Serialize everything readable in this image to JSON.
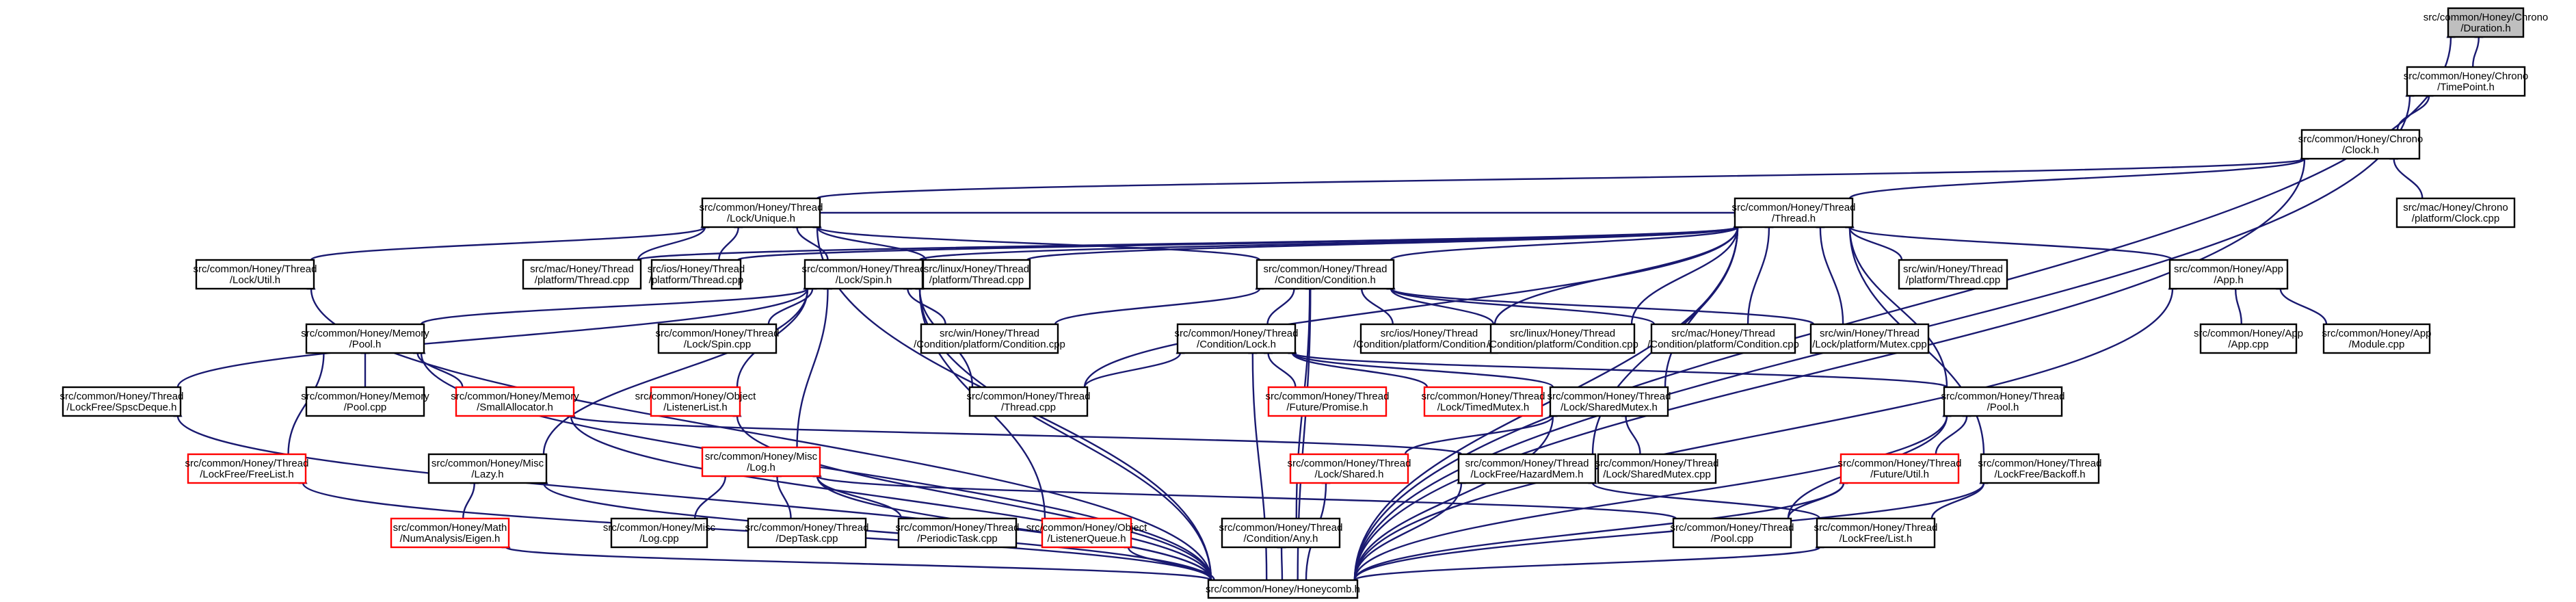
{
  "colors": {
    "edge": "#191970",
    "node_border": "#000000",
    "node_border_incomplete": "#ff0000",
    "node_fill": "#ffffff",
    "focus_fill": "#bfbfbf",
    "text": "#000000"
  },
  "nodes": [
    {
      "id": "dur",
      "lines": [
        "src/common/Honey/Chrono",
        "/Duration.h"
      ],
      "focus": true
    },
    {
      "id": "tp",
      "lines": [
        "src/common/Honey/Chrono",
        "/TimePoint.h"
      ]
    },
    {
      "id": "clock",
      "lines": [
        "src/common/Honey/Chrono",
        "/Clock.h"
      ]
    },
    {
      "id": "unique",
      "lines": [
        "src/common/Honey/Thread",
        "/Lock/Unique.h"
      ]
    },
    {
      "id": "threadh",
      "lines": [
        "src/common/Honey/Thread",
        "/Thread.h"
      ]
    },
    {
      "id": "macclock",
      "lines": [
        "src/mac/Honey/Chrono",
        "/platform/Clock.cpp"
      ]
    },
    {
      "id": "lockutil",
      "lines": [
        "src/common/Honey/Thread",
        "/Lock/Util.h"
      ]
    },
    {
      "id": "macthread",
      "lines": [
        "src/mac/Honey/Thread",
        "/platform/Thread.cpp"
      ]
    },
    {
      "id": "iosthread",
      "lines": [
        "src/ios/Honey/Thread",
        "/platform/Thread.cpp"
      ]
    },
    {
      "id": "spin",
      "lines": [
        "src/common/Honey/Thread",
        "/Lock/Spin.h"
      ]
    },
    {
      "id": "linuxthread",
      "lines": [
        "src/linux/Honey/Thread",
        "/platform/Thread.cpp"
      ]
    },
    {
      "id": "condh",
      "lines": [
        "src/common/Honey/Thread",
        "/Condition/Condition.h"
      ]
    },
    {
      "id": "winthread",
      "lines": [
        "src/win/Honey/Thread",
        "/platform/Thread.cpp"
      ]
    },
    {
      "id": "apph",
      "lines": [
        "src/common/Honey/App",
        "/App.h"
      ]
    },
    {
      "id": "mempool",
      "lines": [
        "src/common/Honey/Memory",
        "/Pool.h"
      ]
    },
    {
      "id": "spincpp",
      "lines": [
        "src/common/Honey/Thread",
        "/Lock/Spin.cpp"
      ]
    },
    {
      "id": "wincond",
      "lines": [
        "src/win/Honey/Thread",
        "/Condition/platform/Condition.cpp"
      ]
    },
    {
      "id": "condlock",
      "lines": [
        "src/common/Honey/Thread",
        "/Condition/Lock.h"
      ]
    },
    {
      "id": "ioscond",
      "lines": [
        "src/ios/Honey/Thread",
        "/Condition/platform/Condition.cpp"
      ]
    },
    {
      "id": "linuxcond",
      "lines": [
        "src/linux/Honey/Thread",
        "/Condition/platform/Condition.cpp"
      ]
    },
    {
      "id": "maccond",
      "lines": [
        "src/mac/Honey/Thread",
        "/Condition/platform/Condition.cpp"
      ]
    },
    {
      "id": "winmutex",
      "lines": [
        "src/win/Honey/Thread",
        "/Lock/platform/Mutex.cpp"
      ]
    },
    {
      "id": "appcpp",
      "lines": [
        "src/common/Honey/App",
        "/App.cpp"
      ]
    },
    {
      "id": "modulecpp",
      "lines": [
        "src/common/Honey/App",
        "/Module.cpp"
      ]
    },
    {
      "id": "spsc",
      "lines": [
        "src/common/Honey/Thread",
        "/LockFree/SpscDeque.h"
      ]
    },
    {
      "id": "mempoolcpp",
      "lines": [
        "src/common/Honey/Memory",
        "/Pool.cpp"
      ]
    },
    {
      "id": "smallalloc",
      "lines": [
        "src/common/Honey/Memory",
        "/SmallAllocator.h"
      ],
      "incomplete": true
    },
    {
      "id": "listenerlist",
      "lines": [
        "src/common/Honey/Object",
        "/ListenerList.h"
      ],
      "incomplete": true
    },
    {
      "id": "threadcpp",
      "lines": [
        "src/common/Honey/Thread",
        "/Thread.cpp"
      ]
    },
    {
      "id": "futpromise",
      "lines": [
        "src/common/Honey/Thread",
        "/Future/Promise.h"
      ],
      "incomplete": true
    },
    {
      "id": "timedmutex",
      "lines": [
        "src/common/Honey/Thread",
        "/Lock/TimedMutex.h"
      ],
      "incomplete": true
    },
    {
      "id": "sharedmutex",
      "lines": [
        "src/common/Honey/Thread",
        "/Lock/SharedMutex.h"
      ]
    },
    {
      "id": "threadpool",
      "lines": [
        "src/common/Honey/Thread",
        "/Pool.h"
      ]
    },
    {
      "id": "freelist",
      "lines": [
        "src/common/Honey/Thread",
        "/LockFree/FreeList.h"
      ],
      "incomplete": true
    },
    {
      "id": "lazy",
      "lines": [
        "src/common/Honey/Misc",
        "/Lazy.h"
      ]
    },
    {
      "id": "logh",
      "lines": [
        "src/common/Honey/Misc",
        "/Log.h"
      ],
      "incomplete": true
    },
    {
      "id": "lockshared",
      "lines": [
        "src/common/Honey/Thread",
        "/Lock/Shared.h"
      ],
      "incomplete": true
    },
    {
      "id": "hazard",
      "lines": [
        "src/common/Honey/Thread",
        "/LockFree/HazardMem.h"
      ]
    },
    {
      "id": "sharedmutexcpp",
      "lines": [
        "src/common/Honey/Thread",
        "/Lock/SharedMutex.cpp"
      ]
    },
    {
      "id": "fututil",
      "lines": [
        "src/common/Honey/Thread",
        "/Future/Util.h"
      ],
      "incomplete": true
    },
    {
      "id": "backoff",
      "lines": [
        "src/common/Honey/Thread",
        "/LockFree/Backoff.h"
      ]
    },
    {
      "id": "eigen",
      "lines": [
        "src/common/Honey/Math",
        "/NumAnalysis/Eigen.h"
      ],
      "incomplete": true
    },
    {
      "id": "logcpp",
      "lines": [
        "src/common/Honey/Misc",
        "/Log.cpp"
      ]
    },
    {
      "id": "deptask",
      "lines": [
        "src/common/Honey/Thread",
        "/DepTask.cpp"
      ]
    },
    {
      "id": "periodic",
      "lines": [
        "src/common/Honey/Thread",
        "/PeriodicTask.cpp"
      ]
    },
    {
      "id": "listenerqueue",
      "lines": [
        "src/common/Honey/Object",
        "/ListenerQueue.h"
      ],
      "incomplete": true
    },
    {
      "id": "condany",
      "lines": [
        "src/common/Honey/Thread",
        "/Condition/Any.h"
      ]
    },
    {
      "id": "poolcpp",
      "lines": [
        "src/common/Honey/Thread",
        "/Pool.cpp"
      ]
    },
    {
      "id": "lflist",
      "lines": [
        "src/common/Honey/Thread",
        "/LockFree/List.h"
      ]
    },
    {
      "id": "honeycomb",
      "lines": [
        "src/common/Honey/Honeycomb.h"
      ]
    }
  ],
  "edges": [
    [
      "dur",
      "tp"
    ],
    [
      "dur",
      "honeycomb"
    ],
    [
      "tp",
      "clock"
    ],
    [
      "tp",
      "honeycomb"
    ],
    [
      "clock",
      "unique"
    ],
    [
      "clock",
      "threadh"
    ],
    [
      "clock",
      "macclock"
    ],
    [
      "clock",
      "honeycomb"
    ],
    [
      "unique",
      "lockutil"
    ],
    [
      "unique",
      "macthread"
    ],
    [
      "unique",
      "iosthread"
    ],
    [
      "unique",
      "spin"
    ],
    [
      "unique",
      "linuxthread"
    ],
    [
      "unique",
      "condh"
    ],
    [
      "unique",
      "honeycomb"
    ],
    [
      "threadh",
      "unique"
    ],
    [
      "threadh",
      "macthread"
    ],
    [
      "threadh",
      "iosthread"
    ],
    [
      "threadh",
      "spin"
    ],
    [
      "threadh",
      "linuxthread"
    ],
    [
      "threadh",
      "condh"
    ],
    [
      "threadh",
      "winthread"
    ],
    [
      "threadh",
      "apph"
    ],
    [
      "threadh",
      "ioscond"
    ],
    [
      "threadh",
      "linuxcond"
    ],
    [
      "threadh",
      "maccond"
    ],
    [
      "threadh",
      "winmutex"
    ],
    [
      "threadh",
      "threadcpp"
    ],
    [
      "threadh",
      "sharedmutex"
    ],
    [
      "threadh",
      "threadpool"
    ],
    [
      "threadh",
      "hazard"
    ],
    [
      "threadh",
      "backoff"
    ],
    [
      "threadh",
      "honeycomb"
    ],
    [
      "lockutil",
      "honeycomb"
    ],
    [
      "spin",
      "mempool"
    ],
    [
      "spin",
      "spincpp"
    ],
    [
      "spin",
      "wincond"
    ],
    [
      "spin",
      "spsc"
    ],
    [
      "spin",
      "listenerlist"
    ],
    [
      "spin",
      "threadcpp"
    ],
    [
      "spin",
      "lazy"
    ],
    [
      "spin",
      "logh"
    ],
    [
      "spin",
      "listenerqueue"
    ],
    [
      "spin",
      "honeycomb"
    ],
    [
      "condh",
      "condlock"
    ],
    [
      "condh",
      "wincond"
    ],
    [
      "condh",
      "ioscond"
    ],
    [
      "condh",
      "linuxcond"
    ],
    [
      "condh",
      "maccond"
    ],
    [
      "condh",
      "winmutex"
    ],
    [
      "condh",
      "condany"
    ],
    [
      "condh",
      "honeycomb"
    ],
    [
      "apph",
      "appcpp"
    ],
    [
      "apph",
      "modulecpp"
    ],
    [
      "apph",
      "honeycomb"
    ],
    [
      "mempool",
      "mempoolcpp"
    ],
    [
      "mempool",
      "smallalloc"
    ],
    [
      "mempool",
      "freelist"
    ],
    [
      "mempool",
      "honeycomb"
    ],
    [
      "condlock",
      "threadcpp"
    ],
    [
      "condlock",
      "futpromise"
    ],
    [
      "condlock",
      "timedmutex"
    ],
    [
      "condlock",
      "sharedmutex"
    ],
    [
      "condlock",
      "threadpool"
    ],
    [
      "condlock",
      "honeycomb"
    ],
    [
      "spsc",
      "honeycomb"
    ],
    [
      "smallalloc",
      "hazard"
    ],
    [
      "smallalloc",
      "honeycomb"
    ],
    [
      "listenerlist",
      "honeycomb"
    ],
    [
      "sharedmutex",
      "lockshared"
    ],
    [
      "sharedmutex",
      "sharedmutexcpp"
    ],
    [
      "sharedmutex",
      "honeycomb"
    ],
    [
      "threadpool",
      "fututil"
    ],
    [
      "threadpool",
      "poolcpp"
    ],
    [
      "threadpool",
      "honeycomb"
    ],
    [
      "freelist",
      "honeycomb"
    ],
    [
      "lazy",
      "eigen"
    ],
    [
      "lazy",
      "honeycomb"
    ],
    [
      "logh",
      "logcpp"
    ],
    [
      "logh",
      "deptask"
    ],
    [
      "logh",
      "periodic"
    ],
    [
      "logh",
      "poolcpp"
    ],
    [
      "logh",
      "honeycomb"
    ],
    [
      "lockshared",
      "honeycomb"
    ],
    [
      "hazard",
      "lflist"
    ],
    [
      "hazard",
      "honeycomb"
    ],
    [
      "fututil",
      "poolcpp"
    ],
    [
      "fututil",
      "honeycomb"
    ],
    [
      "backoff",
      "lflist"
    ],
    [
      "backoff",
      "honeycomb"
    ],
    [
      "eigen",
      "honeycomb"
    ],
    [
      "listenerqueue",
      "honeycomb"
    ],
    [
      "condany",
      "honeycomb"
    ],
    [
      "lflist",
      "honeycomb"
    ]
  ]
}
